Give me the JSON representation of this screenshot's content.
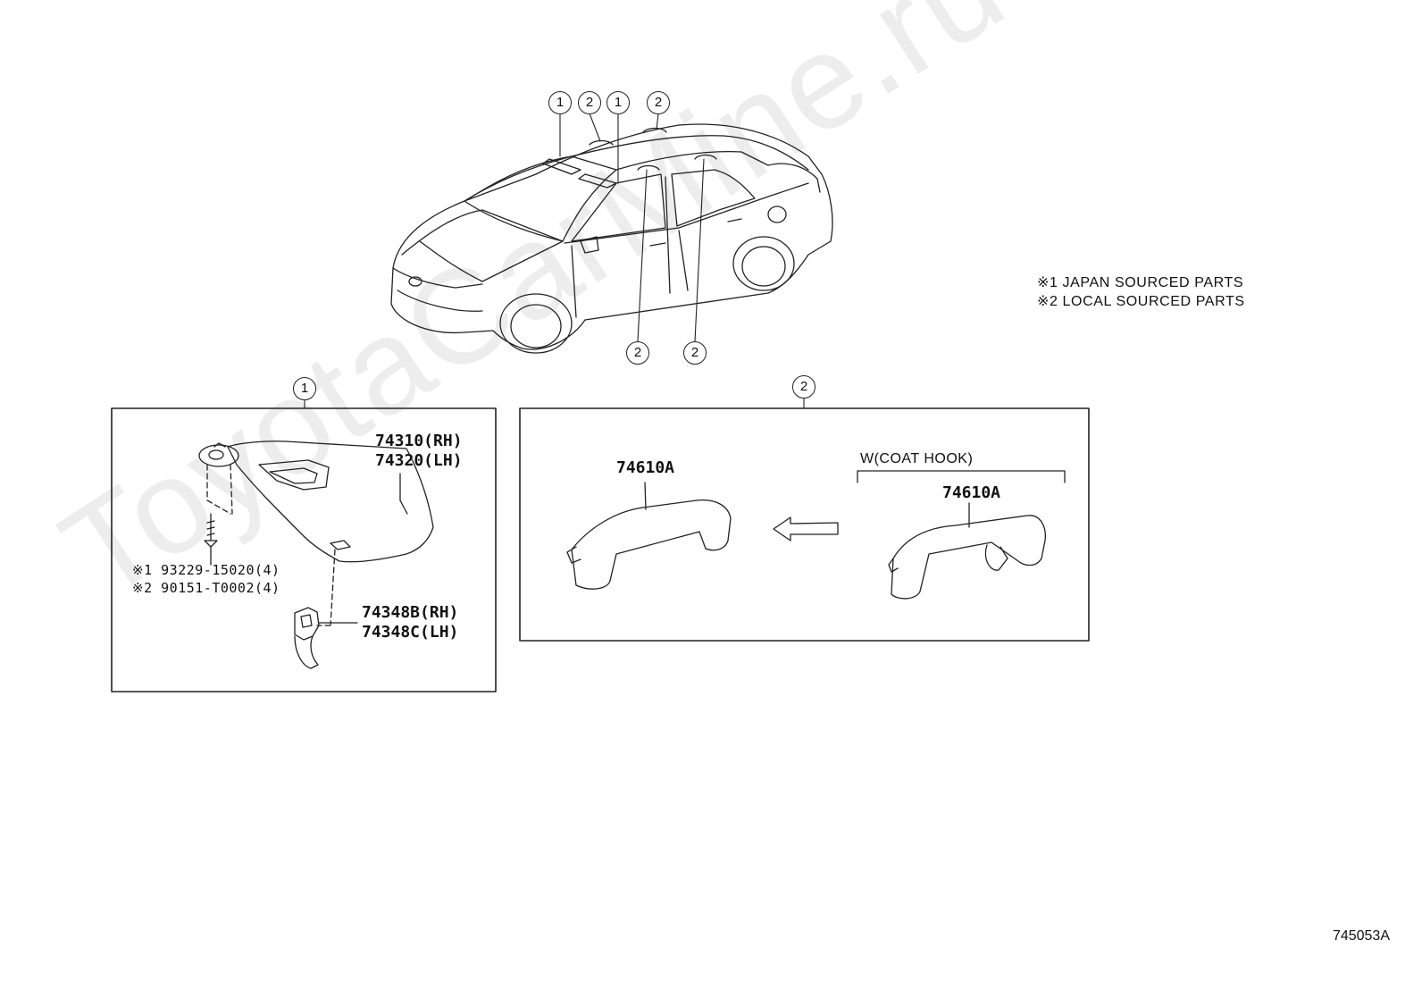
{
  "watermark": "ToyotaCarMine.ru",
  "legend": {
    "line1": "※1 JAPAN SOURCED PARTS",
    "line2": "※2 LOCAL SOURCED PARTS"
  },
  "callouts": {
    "one": "1",
    "two": "2"
  },
  "panel1": {
    "sunvisor_rh": "74310(RH)",
    "sunvisor_lh": "74320(LH)",
    "screw_jp": "※1 93229-15020(4)",
    "screw_local": "※2 90151-T0002(4)",
    "holder_rh": "74348B(RH)",
    "holder_lh": "74348C(LH)"
  },
  "panel2": {
    "grip_part": "74610A",
    "variant_label": "W(COAT HOOK)",
    "grip_part_hook": "74610A"
  },
  "doc_number": "745053A"
}
